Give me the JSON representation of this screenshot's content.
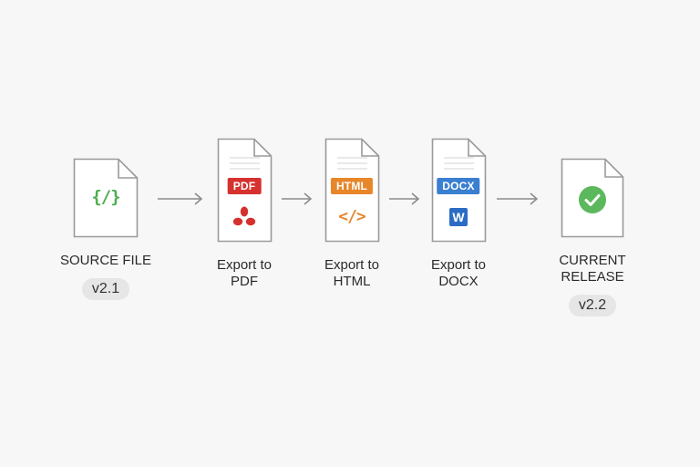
{
  "stages": {
    "source": {
      "icon": "code-brackets-icon",
      "glyph": "{/}",
      "label": "SOURCE FILE",
      "version": "v2.1"
    },
    "pdf": {
      "tag": "PDF",
      "icon": "acrobat-pdf-icon",
      "label_line1": "Export to",
      "label_line2": "PDF"
    },
    "html": {
      "tag": "HTML",
      "icon": "code-tag-icon",
      "glyph": "</>",
      "label_line1": "Export to",
      "label_line2": "HTML"
    },
    "docx": {
      "tag": "DOCX",
      "icon": "word-doc-icon",
      "glyph": "W",
      "label_line1": "Export to",
      "label_line2": "DOCX"
    },
    "release": {
      "icon": "checkmark-circle-icon",
      "label_line1": "CURRENT",
      "label_line2": "RELEASE",
      "version": "v2.2"
    }
  },
  "colors": {
    "source_glyph": "#4caf50",
    "pdf": "#d6312f",
    "html": "#e8862a",
    "docx": "#3a7fd0",
    "word": "#2b6cc4",
    "check": "#5cb85c",
    "outline": "#9a9a9a",
    "arrow": "#8c8c8c"
  }
}
